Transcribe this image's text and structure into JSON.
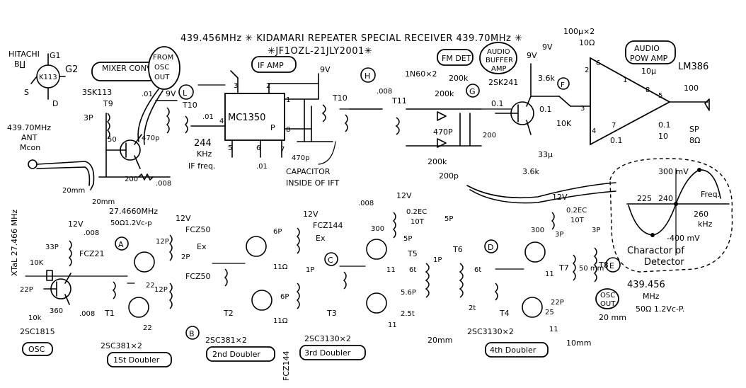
{
  "title": "439.456MHz ✳ KIDAMARI REPEATER SPECIAL RECEIVER 439.70MHz ✳",
  "subtitle": "✳JF1OZL-21JLY2001✳",
  "blocks": {
    "mixer": "MIXER CONV.",
    "from_osc": [
      "FROM",
      "OSC",
      "OUT"
    ],
    "if_amp": "IF AMP",
    "fm_det": "FM DET",
    "audio_buffer": [
      "AUDIO",
      "BUFFER",
      "AMP"
    ],
    "audio_pow": [
      "AUDIO",
      "POW AMP"
    ],
    "osc": "OSC",
    "first_doubler": "1St Doubler",
    "second_doubler": "2nd Doubler",
    "third_doubler": "3rd Doubler",
    "fourth_doubler": "4th Doubler",
    "osc_out": [
      "OSC",
      "OUT"
    ]
  },
  "components": {
    "hitachi": "HITACHI",
    "b2": "B∐",
    "g1": "G1",
    "g2": "G2",
    "k113": "K113",
    "s": "S",
    "d": "D",
    "ant_freq": "439.70MHz",
    "ant": "ANT",
    "mcon": "Mcon",
    "mixer_tr": "3SK113",
    "t9": "T9",
    "c3p": "3P",
    "c50": "50",
    "c01a": ".01",
    "v9a": "9V",
    "c470a": "470p",
    "r200": "200",
    "c008a": ".008",
    "mm20a": "20mm",
    "mm20b": "20mm",
    "t10a": "T10",
    "c01b": ".01",
    "if244": "244",
    "khz": "KHz",
    "if_freq": "IF freq.",
    "ic_if": "MC1350",
    "ic_p": "P",
    "p3": "3",
    "p2": "2",
    "p1": "1",
    "p4": "4",
    "p5": "5",
    "p6": "6",
    "p7": "7",
    "p8": "8",
    "c01c": ".01",
    "c470b": "470p",
    "v9b": "9V",
    "t10b": "T10",
    "cap_note1": "CAPACITOR",
    "cap_note2": "INSIDE OF IFT",
    "c008b": ".008",
    "t11": "T11",
    "diode_note": "1N60×2",
    "r200k_a": "200k",
    "r200k_b": "200k",
    "r200k_c": "200k",
    "c470c": "470P",
    "c200p": "200p",
    "c01d": "0.1",
    "v9c": "9V",
    "buf_tr": "2SK241",
    "r36k_a": "3.6k",
    "r36k_b": "3.6k",
    "r200b": "200",
    "c33u": "33μ",
    "c01e": "0.1",
    "r10k": "10K",
    "v9d": "9V",
    "c100u": "100μ×2",
    "r10": "10Ω",
    "p6b": "6",
    "p2b": "2",
    "p3b": "3",
    "p4b": "4",
    "p5b": "5",
    "p7b": "7",
    "p8b": "8",
    "p1b": "1",
    "c10u": "10μ",
    "amp_ic": "LM386",
    "c100": "100",
    "c01f": "0.1",
    "r10b": "10",
    "c01g": "0.1",
    "sp": "SP",
    "sp_ohm": "8Ω",
    "xtal": "XTaL 27.466 MHz",
    "v12a": "12V",
    "c33p": "33P",
    "c008c": ".008",
    "fcz21": "FCZ21",
    "r10k_b": "10K",
    "c22p": "22P",
    "r360": "360",
    "c10k": "10k",
    "c008d": ".008",
    "osc_tr": "2SC1815",
    "t1": "T1",
    "r22a": "22",
    "r22b": "22",
    "freq1": "27.4660MHz",
    "lev1": "50Ω1.2Vc-p",
    "v12b": "12V",
    "c12p_a": "12P",
    "c2p": "2P",
    "c12p_b": "12P",
    "fcz50a": "FCZ50",
    "fcz50b": "FCZ50",
    "ex": "Ex",
    "d1tr": "2SC381×2",
    "t2": "T2",
    "c6p_a": "6P",
    "v12c": "12V",
    "fcz144a": "FCZ144",
    "r11a": "11Ω",
    "r11b": "11Ω",
    "c1p_a": "1P",
    "c6p_b": "6P",
    "d2tr": "2SC381×2",
    "fcz144b": "FCZ144",
    "t3": "T3",
    "c008e": ".008",
    "v12d": "12V",
    "c02ec_a": "0.2EC",
    "c10t_a": "10T",
    "r300_a": "300",
    "r11c": "11",
    "r11d": "11",
    "c5p_a": "5P",
    "c5p_b": "5P",
    "t5": "T5",
    "t6": "T6",
    "c1p_b": "1P",
    "c6t_a": "6t",
    "c6t_b": "6t",
    "c56p": "5.6P",
    "c25t": "2.5t",
    "c2t": "2t",
    "mm20c": "20mm",
    "d3tr": "2SC3130×2",
    "v12e": "12V",
    "c02ec_b": "0.2EC",
    "c10t_b": "10T",
    "r300_b": "300",
    "c3p_b": "3P",
    "c3p_c": "3P",
    "t7": "T7",
    "t8": "T8",
    "t4": "T4",
    "r11e": "11",
    "r11f": "11",
    "c22p_b": "22P",
    "r25": "25",
    "c50mm": "50 mm",
    "mm10": "10mm",
    "mm20d": "20 mm",
    "d4tr": "2SC3130×2",
    "out_freq": "439.456",
    "out_mhz": "MHz",
    "out_lev": "50Ω 1.2Vc-P."
  },
  "markers": {
    "A": "A",
    "B": "B",
    "C": "C",
    "D": "D",
    "E": "E",
    "F": "F",
    "G": "G",
    "H": "H",
    "L": "L"
  },
  "detector_curve": {
    "v300": "300 mV",
    "f225": "225",
    "f240": "240",
    "f260": "260",
    "khz": "kHz",
    "freq": "Freq.",
    "vneg400": "-400 mV",
    "caption": [
      "Charactor of",
      "Detector"
    ]
  }
}
